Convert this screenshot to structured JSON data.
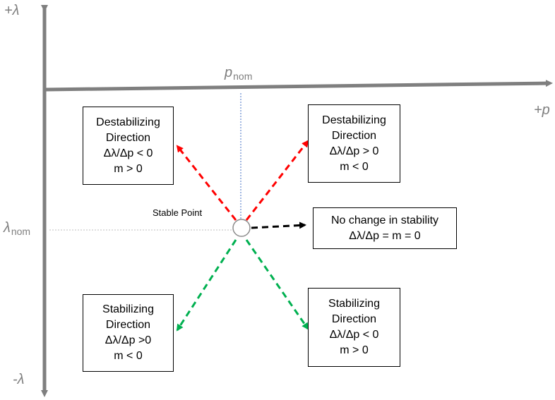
{
  "axes": {
    "y_top_label": "+λ",
    "y_bottom_label": "-λ",
    "x_right_label": "+p",
    "p_nom_main": "p",
    "p_nom_sub": "nom",
    "lambda_nom_main": "λ",
    "lambda_nom_sub": "nom"
  },
  "center_label": "Stable Point",
  "boxes": {
    "destab_left": {
      "line1": "Destabilizing",
      "line2": "Direction",
      "line3": "Δλ/Δp < 0",
      "line4": "m > 0"
    },
    "destab_right": {
      "line1": "Destabilizing",
      "line2": "Direction",
      "line3": "Δλ/Δp > 0",
      "line4": "m < 0"
    },
    "no_change": {
      "line1": "No change in stability",
      "line2": "Δλ/Δp = m = 0"
    },
    "stab_left": {
      "line1": "Stabilizing",
      "line2": "Direction",
      "line3": "Δλ/Δp >0",
      "line4": "m < 0"
    },
    "stab_right": {
      "line1": "Stabilizing",
      "line2": "Direction",
      "line3": "Δλ/Δp < 0",
      "line4": "m > 0"
    }
  },
  "colors": {
    "axis": "#7f7f7f",
    "destabilizing": "#ff0000",
    "stabilizing": "#00b050",
    "neutral": "#000000",
    "guide_vertical": "#4472c4",
    "guide_horizontal": "#bfbfbf"
  }
}
